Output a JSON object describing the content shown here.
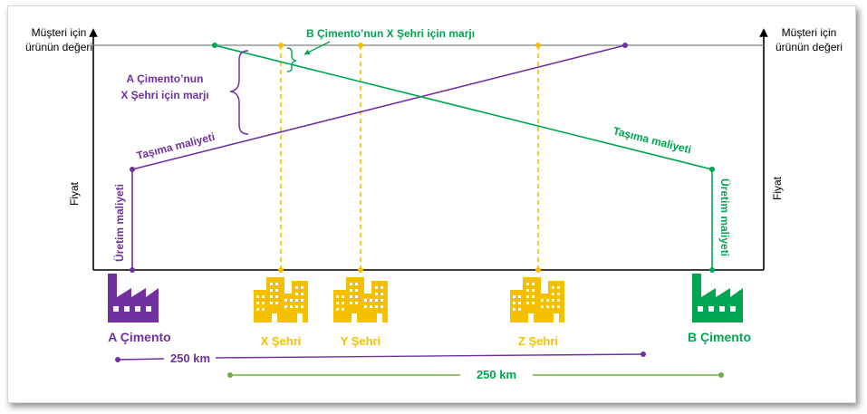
{
  "axes": {
    "left_top_label": [
      "Müşteri için",
      "ürünün değeri"
    ],
    "right_top_label": [
      "Müşteri için",
      "ürünün değeri"
    ],
    "left_axis_label": "Fiyat",
    "right_axis_label": "Fiyat"
  },
  "labels": {
    "margin_b": "B Çimento’nun X Şehri için marjı",
    "margin_a": [
      "A Çimento’nun",
      "X Şehri için marjı"
    ],
    "transport_a": "Taşıma maliyeti",
    "transport_b": "Taşıma maliyeti",
    "production_a": "Üretim maliyeti",
    "production_b": "Üretim maliyeti"
  },
  "places": {
    "a_cimento": "A Çimento",
    "b_cimento": "B Çimento",
    "x_sehri": "X Şehri",
    "y_sehri": "Y Şehri",
    "z_sehri": "Z Şehri"
  },
  "distances": {
    "a_range": "250 km",
    "b_range": "250 km"
  },
  "colors": {
    "purple": "#7030A0",
    "green": "#00A651",
    "gold": "#F5C000",
    "distance_green": "#70AD47",
    "axis": "#000000"
  },
  "icons": {
    "factory": "factory-icon",
    "city": "city-buildings-icon"
  }
}
